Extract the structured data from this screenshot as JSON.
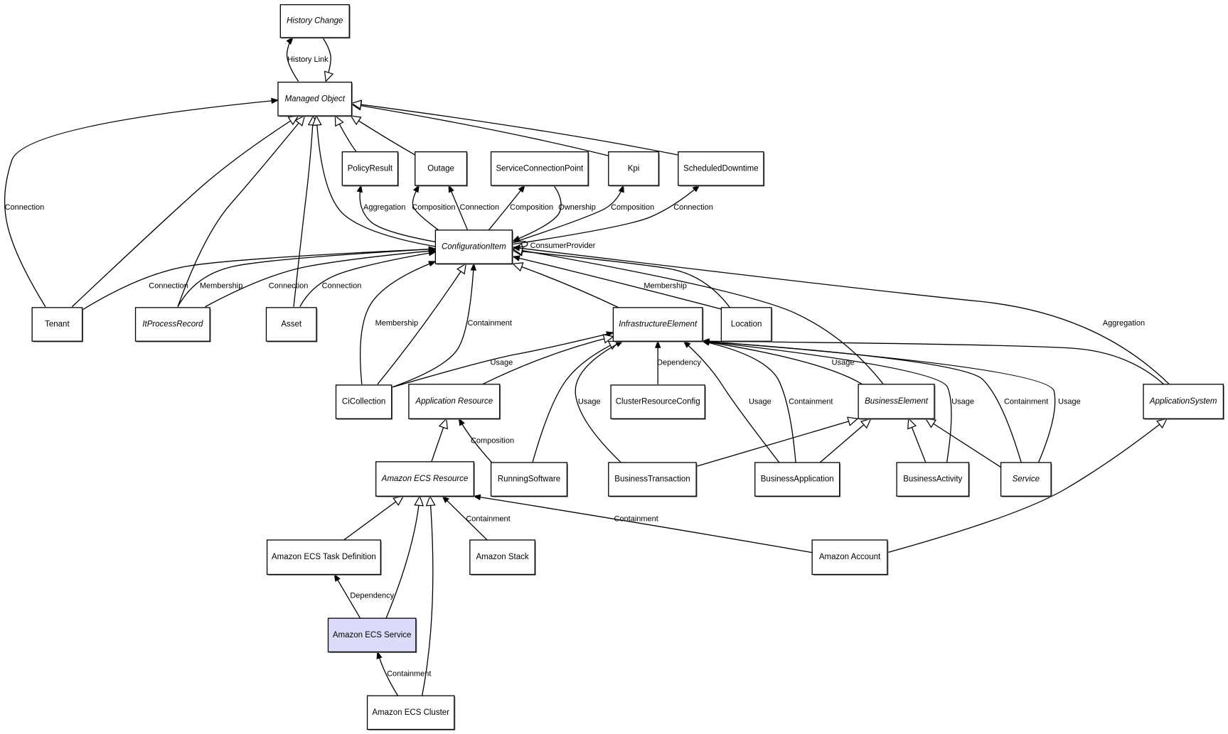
{
  "diagram": {
    "title": "Amazon ECS Service class model",
    "highlight_color": "#dcdcfa",
    "nodes": [
      {
        "id": "history-change",
        "label": "History Change",
        "abstract": true
      },
      {
        "id": "managed-object",
        "label": "Managed Object",
        "abstract": true
      },
      {
        "id": "policy-result",
        "label": "PolicyResult",
        "abstract": false
      },
      {
        "id": "outage",
        "label": "Outage",
        "abstract": false
      },
      {
        "id": "service-connection-point",
        "label": "ServiceConnectionPoint",
        "abstract": false
      },
      {
        "id": "kpi",
        "label": "Kpi",
        "abstract": false
      },
      {
        "id": "scheduled-downtime",
        "label": "ScheduledDowntime",
        "abstract": false
      },
      {
        "id": "configuration-item",
        "label": "ConfigurationItem",
        "abstract": true
      },
      {
        "id": "tenant",
        "label": "Tenant",
        "abstract": false
      },
      {
        "id": "it-process-record",
        "label": "ItProcessRecord",
        "abstract": true
      },
      {
        "id": "asset",
        "label": "Asset",
        "abstract": false
      },
      {
        "id": "infrastructure-element",
        "label": "InfrastructureElement",
        "abstract": true
      },
      {
        "id": "location",
        "label": "Location",
        "abstract": false
      },
      {
        "id": "ci-collection",
        "label": "CiCollection",
        "abstract": false
      },
      {
        "id": "application-resource",
        "label": "Application Resource",
        "abstract": true
      },
      {
        "id": "cluster-resource-config",
        "label": "ClusterResourceConfig",
        "abstract": false
      },
      {
        "id": "business-element",
        "label": "BusinessElement",
        "abstract": true
      },
      {
        "id": "application-system",
        "label": "ApplicationSystem",
        "abstract": true
      },
      {
        "id": "amazon-ecs-resource",
        "label": "Amazon ECS Resource",
        "abstract": true
      },
      {
        "id": "running-software",
        "label": "RunningSoftware",
        "abstract": false
      },
      {
        "id": "business-transaction",
        "label": "BusinessTransaction",
        "abstract": false
      },
      {
        "id": "business-application",
        "label": "BusinessApplication",
        "abstract": false
      },
      {
        "id": "business-activity",
        "label": "BusinessActivity",
        "abstract": false
      },
      {
        "id": "service",
        "label": "Service",
        "abstract": true
      },
      {
        "id": "amazon-ecs-task-definition",
        "label": "Amazon ECS Task Definition",
        "abstract": false
      },
      {
        "id": "amazon-stack",
        "label": "Amazon Stack",
        "abstract": false
      },
      {
        "id": "amazon-account",
        "label": "Amazon Account",
        "abstract": false
      },
      {
        "id": "amazon-ecs-service",
        "label": "Amazon ECS Service",
        "abstract": false,
        "highlighted": true
      },
      {
        "id": "amazon-ecs-cluster",
        "label": "Amazon ECS Cluster",
        "abstract": false
      }
    ],
    "edges": [
      {
        "from": "managed-object",
        "to": "history-change",
        "type": "association",
        "label": "History Link"
      },
      {
        "from": "history-change",
        "to": "managed-object",
        "type": "inheritance",
        "label": ""
      },
      {
        "from": "tenant",
        "to": "managed-object",
        "type": "association",
        "label": "Connection"
      },
      {
        "from": "tenant",
        "to": "managed-object",
        "type": "inheritance",
        "label": ""
      },
      {
        "from": "it-process-record",
        "to": "managed-object",
        "type": "inheritance",
        "label": ""
      },
      {
        "from": "asset",
        "to": "managed-object",
        "type": "inheritance",
        "label": ""
      },
      {
        "from": "configuration-item",
        "to": "managed-object",
        "type": "inheritance",
        "label": ""
      },
      {
        "from": "policy-result",
        "to": "managed-object",
        "type": "inheritance",
        "label": ""
      },
      {
        "from": "outage",
        "to": "managed-object",
        "type": "inheritance",
        "label": ""
      },
      {
        "from": "kpi",
        "to": "managed-object",
        "type": "inheritance",
        "label": ""
      },
      {
        "from": "scheduled-downtime",
        "to": "managed-object",
        "type": "inheritance",
        "label": ""
      },
      {
        "from": "configuration-item",
        "to": "policy-result",
        "type": "association",
        "label": "Aggregation"
      },
      {
        "from": "configuration-item",
        "to": "outage",
        "type": "association",
        "label": "Composition"
      },
      {
        "from": "configuration-item",
        "to": "outage",
        "type": "association",
        "label": "Connection"
      },
      {
        "from": "configuration-item",
        "to": "service-connection-point",
        "type": "association",
        "label": "Composition"
      },
      {
        "from": "service-connection-point",
        "to": "configuration-item",
        "type": "association",
        "label": "Ownership"
      },
      {
        "from": "configuration-item",
        "to": "kpi",
        "type": "association",
        "label": "Composition"
      },
      {
        "from": "configuration-item",
        "to": "scheduled-downtime",
        "type": "association",
        "label": "Connection"
      },
      {
        "from": "configuration-item",
        "to": "configuration-item",
        "type": "inheritance",
        "label": "ConsumerProvider"
      },
      {
        "from": "tenant",
        "to": "configuration-item",
        "type": "association",
        "label": "Connection"
      },
      {
        "from": "it-process-record",
        "to": "configuration-item",
        "type": "association",
        "label": "Membership"
      },
      {
        "from": "it-process-record",
        "to": "configuration-item",
        "type": "association",
        "label": "Connection"
      },
      {
        "from": "asset",
        "to": "configuration-item",
        "type": "association",
        "label": "Connection"
      },
      {
        "from": "ci-collection",
        "to": "configuration-item",
        "type": "association",
        "label": "Membership"
      },
      {
        "from": "ci-collection",
        "to": "configuration-item",
        "type": "inheritance",
        "label": ""
      },
      {
        "from": "ci-collection",
        "to": "configuration-item",
        "type": "association",
        "label": "Containment"
      },
      {
        "from": "infrastructure-element",
        "to": "configuration-item",
        "type": "inheritance",
        "label": ""
      },
      {
        "from": "location",
        "to": "configuration-item",
        "type": "association",
        "label": "Membership"
      },
      {
        "from": "location",
        "to": "configuration-item",
        "type": "inheritance",
        "label": ""
      },
      {
        "from": "business-element",
        "to": "configuration-item",
        "type": "inheritance",
        "label": ""
      },
      {
        "from": "application-system",
        "to": "configuration-item",
        "type": "association",
        "label": "Aggregation"
      },
      {
        "from": "ci-collection",
        "to": "infrastructure-element",
        "type": "association",
        "label": "Usage"
      },
      {
        "from": "application-resource",
        "to": "infrastructure-element",
        "type": "inheritance",
        "label": ""
      },
      {
        "from": "running-software",
        "to": "infrastructure-element",
        "type": "inheritance",
        "label": ""
      },
      {
        "from": "business-transaction",
        "to": "infrastructure-element",
        "type": "association",
        "label": "Usage"
      },
      {
        "from": "cluster-resource-config",
        "to": "infrastructure-element",
        "type": "association",
        "label": "Dependency"
      },
      {
        "from": "business-application",
        "to": "infrastructure-element",
        "type": "association",
        "label": "Usage"
      },
      {
        "from": "business-application",
        "to": "infrastructure-element",
        "type": "association",
        "label": "Containment"
      },
      {
        "from": "business-element",
        "to": "infrastructure-element",
        "type": "association",
        "label": "Usage"
      },
      {
        "from": "business-activity",
        "to": "infrastructure-element",
        "type": "association",
        "label": "Usage"
      },
      {
        "from": "service",
        "to": "infrastructure-element",
        "type": "association",
        "label": "Containment"
      },
      {
        "from": "service",
        "to": "infrastructure-element",
        "type": "association",
        "label": "Usage"
      },
      {
        "from": "application-system",
        "to": "infrastructure-element",
        "type": "association",
        "label": ""
      },
      {
        "from": "business-transaction",
        "to": "business-element",
        "type": "inheritance",
        "label": ""
      },
      {
        "from": "business-application",
        "to": "business-element",
        "type": "inheritance",
        "label": ""
      },
      {
        "from": "business-activity",
        "to": "business-element",
        "type": "inheritance",
        "label": ""
      },
      {
        "from": "service",
        "to": "business-element",
        "type": "inheritance",
        "label": ""
      },
      {
        "from": "amazon-account",
        "to": "application-system",
        "type": "inheritance",
        "label": ""
      },
      {
        "from": "amazon-ecs-resource",
        "to": "application-resource",
        "type": "inheritance",
        "label": ""
      },
      {
        "from": "running-software",
        "to": "application-resource",
        "type": "association",
        "label": "Composition"
      },
      {
        "from": "amazon-ecs-task-definition",
        "to": "amazon-ecs-resource",
        "type": "inheritance",
        "label": ""
      },
      {
        "from": "amazon-ecs-service",
        "to": "amazon-ecs-resource",
        "type": "inheritance",
        "label": ""
      },
      {
        "from": "amazon-ecs-cluster",
        "to": "amazon-ecs-resource",
        "type": "inheritance",
        "label": ""
      },
      {
        "from": "amazon-stack",
        "to": "amazon-ecs-resource",
        "type": "association",
        "label": "Containment"
      },
      {
        "from": "amazon-account",
        "to": "amazon-ecs-resource",
        "type": "association",
        "label": "Containment"
      },
      {
        "from": "amazon-ecs-service",
        "to": "amazon-ecs-task-definition",
        "type": "association",
        "label": "Dependency"
      },
      {
        "from": "amazon-ecs-cluster",
        "to": "amazon-ecs-service",
        "type": "association",
        "label": "Containment"
      }
    ]
  }
}
